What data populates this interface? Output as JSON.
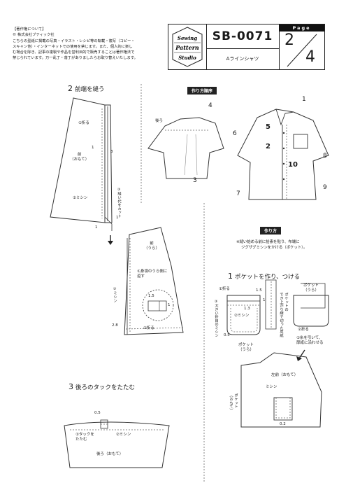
{
  "notice": {
    "title": "【著作権について】",
    "company": "© 株式会社ブティック社",
    "body_lines": [
      "こちらの型紙に掲載の写真・イラスト・レシピ等の転載・複写（コピー・",
      "スキャン他）・インターネットでの使用を禁じます。また、個人的に楽し",
      "む場合を除き、記事の複製や作品を営利目的で販売することは著作権法で",
      "禁じられています。万一乱丁・落丁がありましたらお取り替えいたします。"
    ]
  },
  "header": {
    "logo_lines": [
      "Sewing",
      "Pattern",
      "Studio"
    ],
    "code": "SB-0071",
    "item_name": "Aラインシャツ",
    "page_label": "Page",
    "page_current": "2",
    "page_total": "4"
  },
  "section_front_hem": {
    "num": "2",
    "title": "前端を縫う",
    "labels": {
      "fold": "①折る",
      "front": "前\n（おもて）",
      "stitch": "②ミシン",
      "cut": "③縫い代をカット",
      "n3": "3",
      "n1a": "1",
      "n1b": "1",
      "n1c": "1"
    }
  },
  "section_front_back": {
    "front_back": "前\n（うら）",
    "hem_note": "①身頃のうら側に\n返す",
    "stitch3": "③ミシン",
    "fold2": "②折る",
    "n15": "1.5",
    "n1": "1",
    "n28": "2.8"
  },
  "order_section": {
    "tag": "作り方順序",
    "back_label": "後ろ",
    "nums_back": [
      "4",
      "3"
    ],
    "nums_front": [
      "1",
      "5",
      "6",
      "2",
      "10",
      "8",
      "7",
      "9"
    ]
  },
  "howto": {
    "tag": "作り方",
    "note_lines": [
      "※縫い始める前に拾素を貼り、布端に",
      "ジグザグミシンをかける（ポケット）。"
    ]
  },
  "section_pocket": {
    "num": "1",
    "title": "ポケットを作り、つける",
    "labels": {
      "fold1": "①折る",
      "stitch2": "②ミシン",
      "big_stitch": "③大きい針目のミシン",
      "n15": "1.5",
      "n1": "1",
      "n13": "1.3",
      "n05": "0.5",
      "pocket_back": "ポケット\n（うら）",
      "cut_note": "ポケットの\nでき上がり線で切った厚紙",
      "pocket_back2": "ポケット\n（うら）",
      "fold2": "②折る",
      "pull_note": "①糸を引いて、\n厚紙に沿わせる",
      "left_front": "左前（おもて）",
      "stitch": "ミシン",
      "pocket_front": "ポケット\n（おもて）",
      "n02": "0.2"
    }
  },
  "section_tuck": {
    "num": "3",
    "title": "後ろのタックをたたむ",
    "labels": {
      "n05": "0.5",
      "fold_tuck": "①タックを\nたたむ",
      "stitch": "②ミシン",
      "back": "後ろ（おもて）"
    }
  }
}
